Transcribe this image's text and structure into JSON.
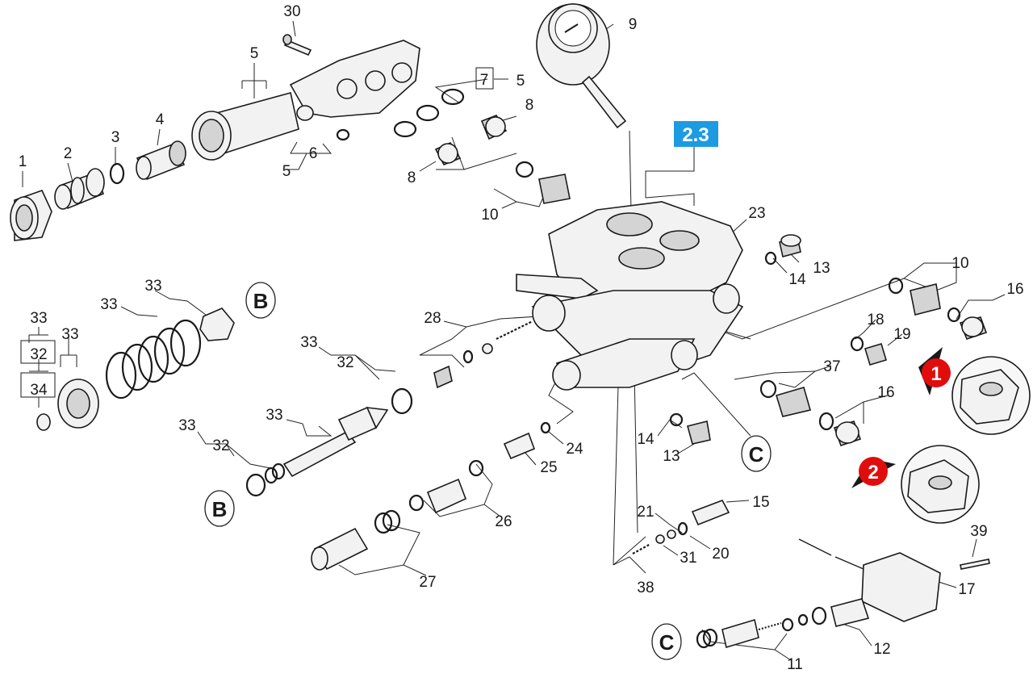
{
  "diagram": {
    "section_tag": "2.3",
    "colors": {
      "section_tag_bg": "#1d9be2",
      "marker_red": "#e10d0d",
      "line": "#1a1a1a"
    },
    "labels": {
      "l1": "1",
      "l2": "2",
      "l3": "3",
      "l4": "4",
      "l5a": "5",
      "l5b": "5",
      "l5c": "5",
      "l6": "6",
      "l7": "7",
      "l8a": "8",
      "l8b": "8",
      "l9": "9",
      "l10a": "10",
      "l10b": "10",
      "l11": "11",
      "l12": "12",
      "l13a": "13",
      "l13b": "13",
      "l14a": "14",
      "l14b": "14",
      "l15": "15",
      "l16a": "16",
      "l16b": "16",
      "l17": "17",
      "l18": "18",
      "l19": "19",
      "l20": "20",
      "l21": "21",
      "l23": "23",
      "l24": "24",
      "l25": "25",
      "l26": "26",
      "l27": "27",
      "l28": "28",
      "l30": "30",
      "l31": "31",
      "l32a": "32",
      "l32b": "32",
      "l32c": "32",
      "l33a": "33",
      "l33b": "33",
      "l33c": "33",
      "l33d": "33",
      "l33e": "33",
      "l33f": "33",
      "l33g": "33",
      "l34": "34",
      "l37": "37",
      "l38": "38",
      "l39": "39"
    },
    "callouts": {
      "b1": "B",
      "b2": "B",
      "c1": "C",
      "c2": "C"
    },
    "markers": {
      "m1": "1",
      "m2": "2"
    }
  }
}
